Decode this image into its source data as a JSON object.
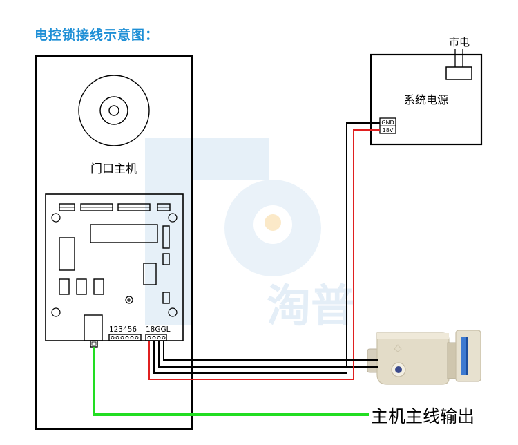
{
  "title": "电控锁接线示意图：",
  "labels": {
    "door_unit": "门口主机",
    "terminal_numbers": "123456",
    "terminal_power": "18GGL",
    "mains": "市电",
    "power_supply": "系统电源",
    "gnd": "GND",
    "v18": "18V",
    "output": "主机主线输出"
  },
  "watermark": {
    "text": "淘普"
  },
  "colors": {
    "title": "#1e8fd6",
    "outline": "#000000",
    "positive_wire": "#e02020",
    "output_wire": "#22dd22",
    "watermark": "#e9f2f9"
  }
}
